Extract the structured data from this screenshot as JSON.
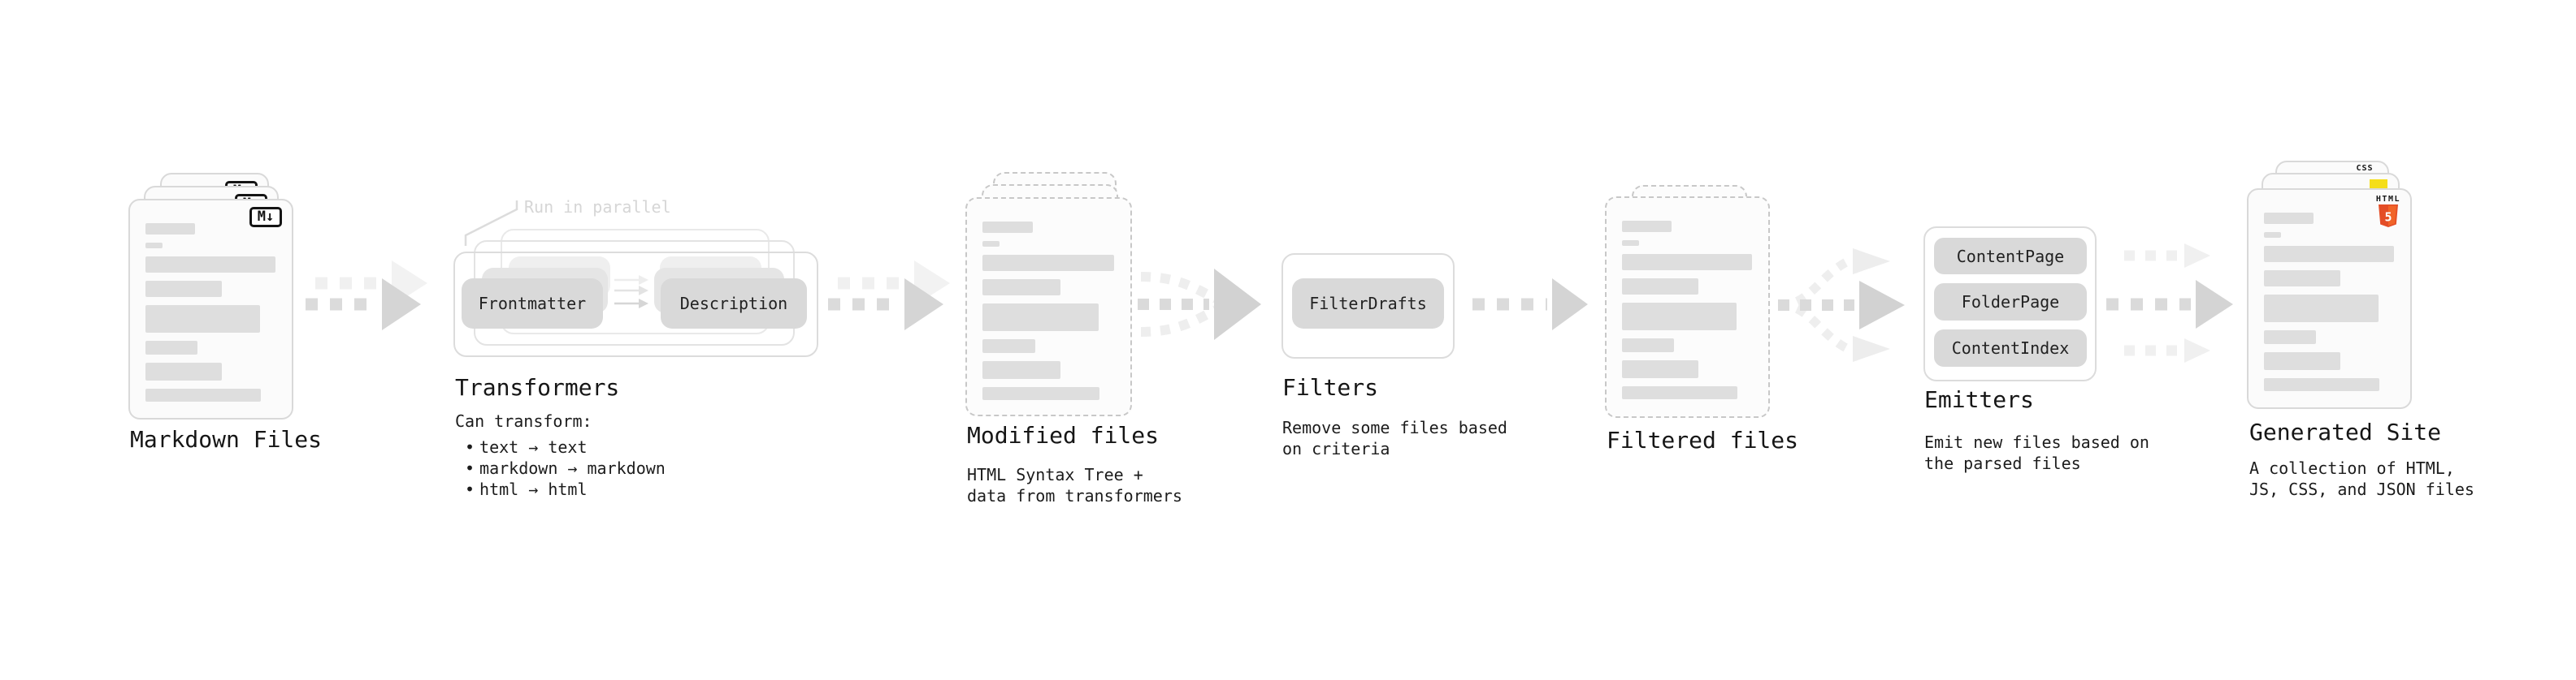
{
  "diagram": {
    "annotation": "Run in parallel",
    "bullet_char": "•",
    "stages": [
      {
        "id": "markdown-files",
        "title": "Markdown Files"
      },
      {
        "id": "transformers",
        "title": "Transformers",
        "pills": [
          "Frontmatter",
          "Description"
        ],
        "body_heading": "Can transform:",
        "bullets": [
          "text → text",
          "markdown → markdown",
          "html → html"
        ]
      },
      {
        "id": "modified-files",
        "title": "Modified files",
        "subtitle": [
          "HTML Syntax Tree +",
          "data from transformers"
        ]
      },
      {
        "id": "filters",
        "title": "Filters",
        "pills": [
          "FilterDrafts"
        ],
        "subtitle": [
          "Remove some files based",
          "on criteria"
        ]
      },
      {
        "id": "filtered-files",
        "title": "Filtered files"
      },
      {
        "id": "emitters",
        "title": "Emitters",
        "pills": [
          "ContentPage",
          "FolderPage",
          "ContentIndex"
        ],
        "subtitle": [
          "Emit new files based on",
          "the parsed files"
        ]
      },
      {
        "id": "generated-site",
        "title": "Generated Site",
        "subtitle": [
          "A collection of HTML,",
          "JS, CSS, and JSON files"
        ]
      }
    ],
    "icons": {
      "markdown": "M↓",
      "html_label": "HTML",
      "html_five": "5",
      "css_label": "CSS"
    },
    "colors": {
      "html5_orange": "#e44d26",
      "html5_orange_light": "#f16529",
      "js_yellow": "#f5de19",
      "css_blue": "#2965f1",
      "arrow_gray": "#d5d5d5",
      "ghost_gray": "#f0f0f0"
    },
    "file_bars": [
      {
        "w": "38%",
        "h": 14
      },
      {
        "w": "13%",
        "h": 7
      },
      {
        "w": "100%",
        "h": 20
      },
      {
        "w": "59%",
        "h": 20
      },
      {
        "w": "88%",
        "h": 34
      },
      {
        "w": "40%",
        "h": 17
      },
      {
        "w": "59%",
        "h": 22
      },
      {
        "w": "89%",
        "h": 16
      }
    ]
  }
}
